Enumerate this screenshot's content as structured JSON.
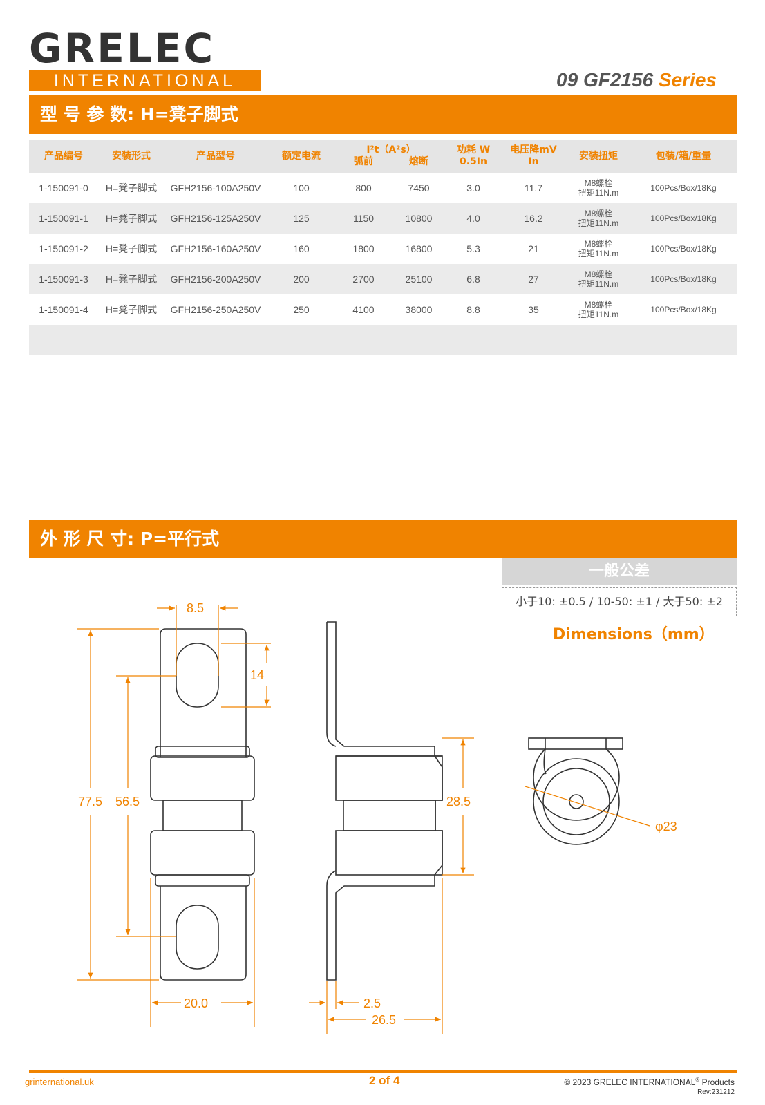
{
  "header": {
    "logo_top": "GRELEC",
    "logo_bottom": "INTERNATIONAL",
    "series_prefix": "09 GF2156 ",
    "series_suffix": "Series"
  },
  "section1": {
    "title": "型 号 参 数: H=凳子脚式"
  },
  "table": {
    "headers": {
      "code": "产品编号",
      "mount": "安装形式",
      "model": "产品型号",
      "rated": "额定电流",
      "i2t": "I²t（A²s）",
      "i2t_pre": "弧前",
      "i2t_melt": "熔断",
      "power": "功耗 W",
      "power_sub": "0.5In",
      "vdrop": "电压降mV",
      "vdrop_sub": "In",
      "torque": "安装扭矩",
      "pack": "包装/箱/重量"
    },
    "rows": [
      {
        "code": "1-150091-0",
        "mount": "H=凳子脚式",
        "model": "GFH2156-100A250V",
        "rated": "100",
        "pre": "800",
        "melt": "7450",
        "power": "3.0",
        "vdrop": "11.7",
        "torque1": "M8螺栓",
        "torque2": "扭矩11N.m",
        "pack": "100Pcs/Box/18Kg"
      },
      {
        "code": "1-150091-1",
        "mount": "H=凳子脚式",
        "model": "GFH2156-125A250V",
        "rated": "125",
        "pre": "1150",
        "melt": "10800",
        "power": "4.0",
        "vdrop": "16.2",
        "torque1": "M8螺栓",
        "torque2": "扭矩11N.m",
        "pack": "100Pcs/Box/18Kg"
      },
      {
        "code": "1-150091-2",
        "mount": "H=凳子脚式",
        "model": "GFH2156-160A250V",
        "rated": "160",
        "pre": "1800",
        "melt": "16800",
        "power": "5.3",
        "vdrop": "21",
        "torque1": "M8螺栓",
        "torque2": "扭矩11N.m",
        "pack": "100Pcs/Box/18Kg"
      },
      {
        "code": "1-150091-3",
        "mount": "H=凳子脚式",
        "model": "GFH2156-200A250V",
        "rated": "200",
        "pre": "2700",
        "melt": "25100",
        "power": "6.8",
        "vdrop": "27",
        "torque1": "M8螺栓",
        "torque2": "扭矩11N.m",
        "pack": "100Pcs/Box/18Kg"
      },
      {
        "code": "1-150091-4",
        "mount": "H=凳子脚式",
        "model": "GFH2156-250A250V",
        "rated": "250",
        "pre": "4100",
        "melt": "38000",
        "power": "8.8",
        "vdrop": "35",
        "torque1": "M8螺栓",
        "torque2": "扭矩11N.m",
        "pack": "100Pcs/Box/18Kg"
      }
    ]
  },
  "section2": {
    "title": "外 形 尺 寸: P=平行式"
  },
  "tolerance": {
    "title": "一般公差",
    "text": "小于10: ±0.5 / 10-50: ±1 / 大于50: ±2"
  },
  "dimensions_title": "Dimensions（mm）",
  "drawing": {
    "d_8_5": "8.5",
    "d_14": "14",
    "d_77_5": "77.5",
    "d_56_5": "56.5",
    "d_28_5": "28.5",
    "d_20": "20.0",
    "d_2_5": "2.5",
    "d_26_5": "26.5",
    "d_phi23": "φ23"
  },
  "footer": {
    "website": "grinternational.uk",
    "page": "2 of 4",
    "copyright": "© 2023  GRELEC INTERNATIONAL",
    "reg": "®",
    "products": "  Products",
    "rev": "Rev:231212"
  },
  "colors": {
    "accent": "#f08300",
    "line": "#333333"
  }
}
